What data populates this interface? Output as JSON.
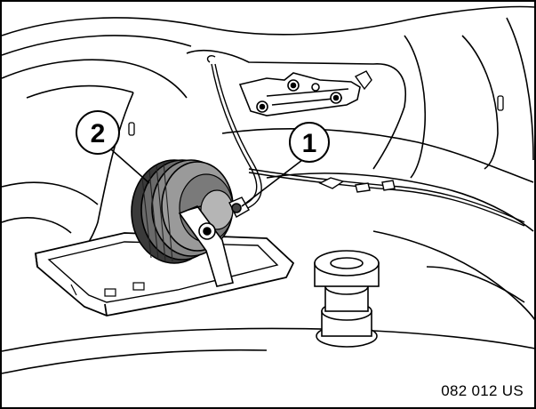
{
  "figure": {
    "code": "082 012 US",
    "callouts": [
      {
        "label": "1",
        "part": "horn-connector"
      },
      {
        "label": "2",
        "part": "horn"
      }
    ]
  },
  "colors": {
    "line": "#000000",
    "background": "#ffffff",
    "horn_face": "#8a8a8a",
    "horn_rim": "#3a3a3a"
  }
}
